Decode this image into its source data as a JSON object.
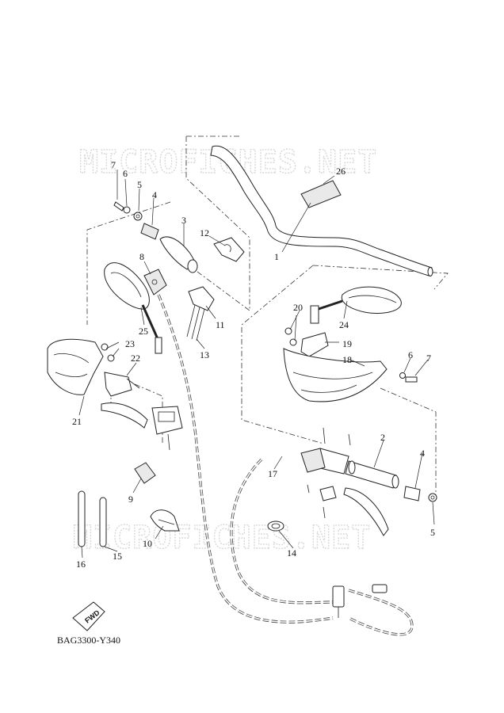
{
  "diagram": {
    "code": "BAG3300-Y340",
    "watermark": "MICROFICHES.NET",
    "fwd_label": "FWD",
    "callouts": [
      "1",
      "2",
      "3",
      "4",
      "5",
      "5",
      "6",
      "6",
      "7",
      "7",
      "8",
      "9",
      "10",
      "11",
      "12",
      "13",
      "14",
      "15",
      "16",
      "17",
      "18",
      "19",
      "20",
      "21",
      "22",
      "23",
      "24",
      "25",
      "26"
    ]
  }
}
